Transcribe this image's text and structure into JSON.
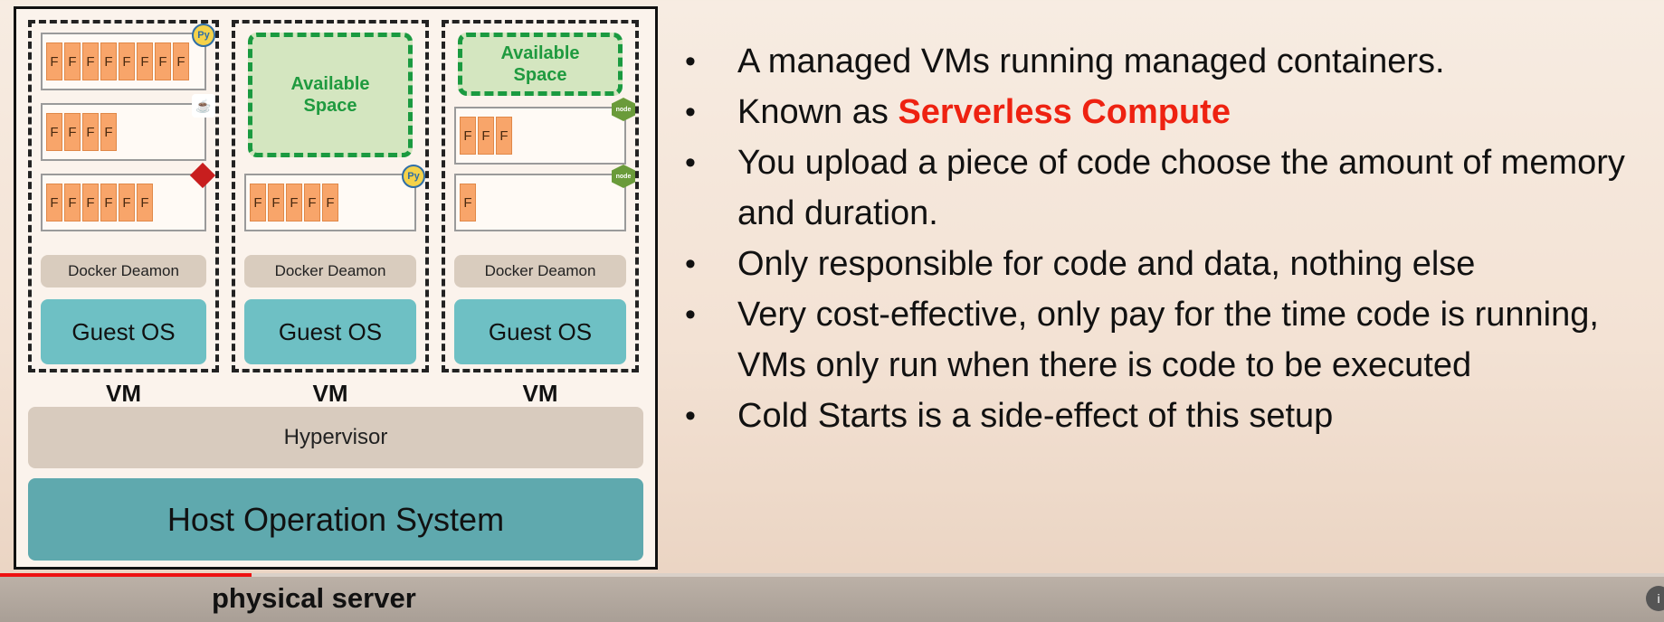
{
  "diagram": {
    "vm_label": "VM",
    "docker_label": "Docker Deamon",
    "guest_os_label": "Guest OS",
    "hypervisor_label": "Hypervisor",
    "host_os_label": "Host Operation System",
    "available_label_line1": "Available",
    "available_label_line2": "Space",
    "function_letter": "F",
    "vm1": {
      "containers": [
        {
          "runtime": "python-icon",
          "function_count": 8
        },
        {
          "runtime": "java-icon",
          "function_count": 4
        },
        {
          "runtime": "ruby-icon",
          "function_count": 6
        }
      ]
    },
    "vm2": {
      "containers": [
        {
          "runtime": "python-icon",
          "function_count": 5
        }
      ]
    },
    "vm3": {
      "containers": [
        {
          "runtime": "nodejs-icon",
          "function_count": 3
        },
        {
          "runtime": "nodejs-icon",
          "function_count": 1
        }
      ]
    }
  },
  "bullets": {
    "b1": "A managed VMs running managed containers.",
    "b2_prefix": "Known as ",
    "b2_highlight": "Serverless Compute",
    "b3": "You upload a piece of code choose the amount of memory and duration.",
    "b4": "Only responsible for code and data, nothing else",
    "b5": "Very cost-effective, only pay for the time code is running, VMs only run when there is code to be executed",
    "b6": "Cold Starts is a side-effect of this setup"
  },
  "footer": {
    "caption": "physical server",
    "progress_fraction": 0.15
  },
  "colors": {
    "highlight": "#ee2211",
    "function_box": "#f8a56a",
    "available_space_border": "#1a9a40",
    "guest_os": "#6ec0c4",
    "host_os": "#5fa9ae"
  }
}
